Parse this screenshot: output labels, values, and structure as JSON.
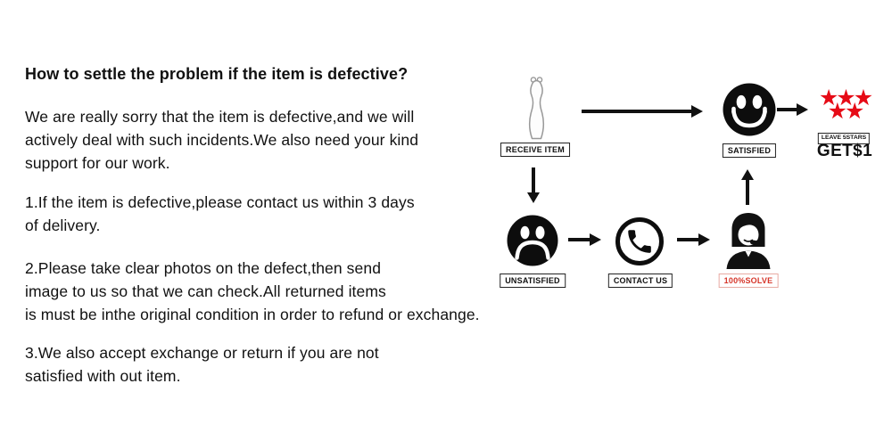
{
  "article": {
    "heading": "How to settle the problem if the item is defective?",
    "paragraphs": [
      "We are really sorry that the item is defective,and we will\nactively deal with such incidents.We also need your kind\nsupport for our work.",
      "1.If the item is defective,please contact us within 3 days\nof delivery.",
      "2.Please take clear photos on the defect,then send\nimage to us so that we can check.All returned items\nis must be inthe original condition in order to refund or exchange.",
      "3.We also accept exchange or return if you are not\nsatisfied with out item.",
      "3.We also accept exchange or return if you are not\nsatisfied with out item."
    ]
  },
  "flowchart": {
    "nodes": {
      "receive_item": {
        "label": "RECEIVE ITEM",
        "icon": "dress-icon"
      },
      "satisfied": {
        "label": "SATISFIED",
        "icon": "happy-face-icon"
      },
      "leave_stars": {
        "label": "LEAVE 5STARS",
        "reward": "GET$1",
        "icon": "five-stars-icon",
        "star_count": 5,
        "rows": [
          "★★★",
          "★★"
        ]
      },
      "unsatisfied": {
        "label": "UNSATISFIED",
        "icon": "sad-face-icon"
      },
      "contact_us": {
        "label": "CONTACT US",
        "icon": "phone-icon"
      },
      "solve": {
        "label": "100%SOLVE",
        "icon": "customer-service-icon"
      }
    },
    "edges": [
      "receive_item -> satisfied",
      "satisfied -> leave_stars",
      "receive_item -> unsatisfied",
      "unsatisfied -> contact_us",
      "contact_us -> solve",
      "solve -> satisfied"
    ],
    "colors": {
      "ink": "#111111",
      "star_red": "#e60b16",
      "solve_text_red": "#d6362a",
      "solve_border_red": "#e8aba3",
      "dress_outline": "#999999"
    }
  }
}
